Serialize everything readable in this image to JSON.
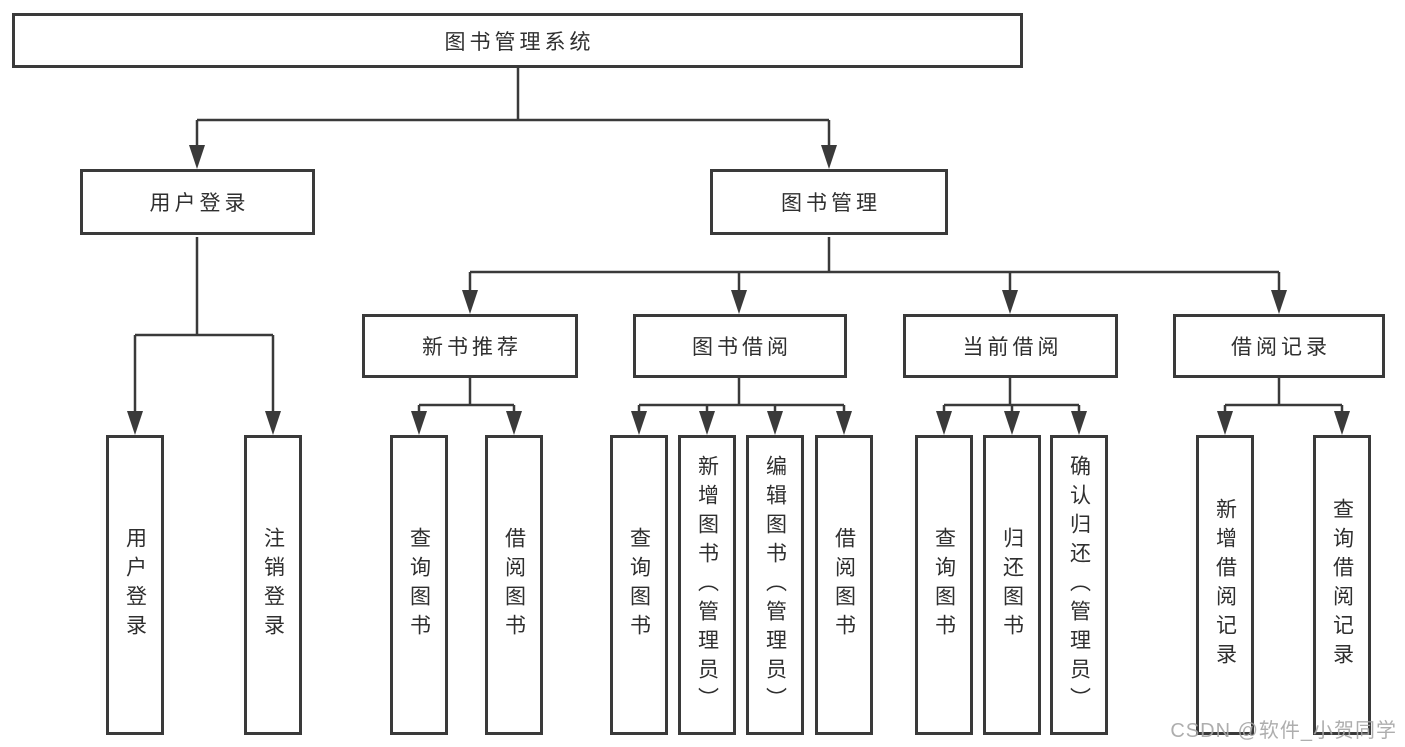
{
  "diagram": {
    "root": {
      "label": "图书管理系统"
    },
    "level2": [
      {
        "id": "user-login",
        "label": "用户登录"
      },
      {
        "id": "book-management",
        "label": "图书管理"
      }
    ],
    "level3": [
      {
        "id": "new-book-recommend",
        "label": "新书推荐",
        "parent": "图书管理"
      },
      {
        "id": "book-borrowing",
        "label": "图书借阅",
        "parent": "图书管理"
      },
      {
        "id": "current-borrowing",
        "label": "当前借阅",
        "parent": "图书管理"
      },
      {
        "id": "borrowing-records",
        "label": "借阅记录",
        "parent": "图书管理"
      }
    ],
    "leaves": [
      {
        "label": "用户登录",
        "parent": "用户登录"
      },
      {
        "label": "注销登录",
        "parent": "用户登录"
      },
      {
        "label": "查询图书",
        "parent": "新书推荐"
      },
      {
        "label": "借阅图书",
        "parent": "新书推荐"
      },
      {
        "label": "查询图书",
        "parent": "图书借阅"
      },
      {
        "label": "新增图书（管理员）",
        "parent": "图书借阅"
      },
      {
        "label": "编辑图书（管理员）",
        "parent": "图书借阅"
      },
      {
        "label": "借阅图书",
        "parent": "图书借阅"
      },
      {
        "label": "查询图书",
        "parent": "当前借阅"
      },
      {
        "label": "归还图书",
        "parent": "当前借阅"
      },
      {
        "label": "确认归还（管理员）",
        "parent": "当前借阅"
      },
      {
        "label": "新增借阅记录",
        "parent": "借阅记录"
      },
      {
        "label": "查询借阅记录",
        "parent": "借阅记录"
      }
    ],
    "watermark": {
      "text": "CSDN @软件_小贺同学"
    }
  },
  "colors": {
    "line": "#3a3a3a",
    "box_border": "#3a3a3a",
    "text": "#2f2f2f",
    "background": "#ffffff",
    "watermark": "#a6a6a6"
  }
}
